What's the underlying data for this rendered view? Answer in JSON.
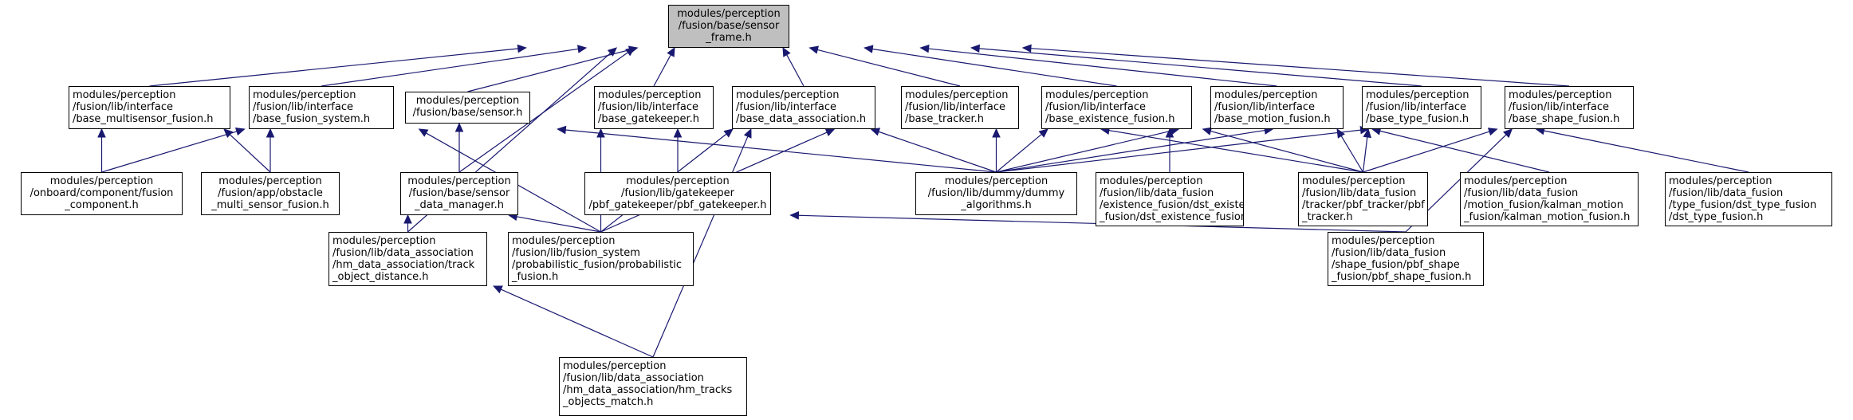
{
  "colors": {
    "edge": "#191970",
    "border": "#000000",
    "root_fill": "#bfbfbf",
    "fill": "#ffffff"
  },
  "nodes": {
    "root": {
      "lines": [
        "modules/perception",
        "/fusion/base/sensor",
        "_frame.h"
      ]
    },
    "multisensor": {
      "lines": [
        "modules/perception",
        "/fusion/lib/interface",
        "/base_multisensor_fusion.h"
      ]
    },
    "fusion_system": {
      "lines": [
        "modules/perception",
        "/fusion/lib/interface",
        "/base_fusion_system.h"
      ]
    },
    "sensor": {
      "lines": [
        "modules/perception",
        "/fusion/base/sensor.h"
      ]
    },
    "gatekeeper_base": {
      "lines": [
        "modules/perception",
        "/fusion/lib/interface",
        "/base_gatekeeper.h"
      ]
    },
    "data_assoc": {
      "lines": [
        "modules/perception",
        "/fusion/lib/interface",
        "/base_data_association.h"
      ]
    },
    "tracker_base": {
      "lines": [
        "modules/perception",
        "/fusion/lib/interface",
        "/base_tracker.h"
      ]
    },
    "existence_base": {
      "lines": [
        "modules/perception",
        "/fusion/lib/interface",
        "/base_existence_fusion.h"
      ]
    },
    "motion_base": {
      "lines": [
        "modules/perception",
        "/fusion/lib/interface",
        "/base_motion_fusion.h"
      ]
    },
    "type_base": {
      "lines": [
        "modules/perception",
        "/fusion/lib/interface",
        "/base_type_fusion.h"
      ]
    },
    "shape_base": {
      "lines": [
        "modules/perception",
        "/fusion/lib/interface",
        "/base_shape_fusion.h"
      ]
    },
    "fusion_component": {
      "lines": [
        "modules/perception",
        "/onboard/component/fusion",
        "_component.h"
      ]
    },
    "obstacle": {
      "lines": [
        "modules/perception",
        "/fusion/app/obstacle",
        "_multi_sensor_fusion.h"
      ]
    },
    "data_manager": {
      "lines": [
        "modules/perception",
        "/fusion/base/sensor",
        "_data_manager.h"
      ]
    },
    "pbf_gatekeeper": {
      "lines": [
        "modules/perception",
        "/fusion/lib/gatekeeper",
        "/pbf_gatekeeper/pbf_gatekeeper.h"
      ]
    },
    "dummy": {
      "lines": [
        "modules/perception",
        "/fusion/lib/dummy/dummy",
        "_algorithms.h"
      ]
    },
    "dst_existence": {
      "lines": [
        "modules/perception",
        "/fusion/lib/data_fusion",
        "/existence_fusion/dst_existence",
        "_fusion/dst_existence_fusion.h"
      ]
    },
    "pbf_tracker": {
      "lines": [
        "modules/perception",
        "/fusion/lib/data_fusion",
        "/tracker/pbf_tracker/pbf",
        "_tracker.h"
      ]
    },
    "kalman": {
      "lines": [
        "modules/perception",
        "/fusion/lib/data_fusion",
        "/motion_fusion/kalman_motion",
        "_fusion/kalman_motion_fusion.h"
      ]
    },
    "dst_type": {
      "lines": [
        "modules/perception",
        "/fusion/lib/data_fusion",
        "/type_fusion/dst_type_fusion",
        "/dst_type_fusion.h"
      ]
    },
    "track_distance": {
      "lines": [
        "modules/perception",
        "/fusion/lib/data_association",
        "/hm_data_association/track",
        "_object_distance.h"
      ]
    },
    "probabilistic": {
      "lines": [
        "modules/perception",
        "/fusion/lib/fusion_system",
        "/probabilistic_fusion/probabilistic",
        "_fusion.h"
      ]
    },
    "pbf_shape": {
      "lines": [
        "modules/perception",
        "/fusion/lib/data_fusion",
        "/shape_fusion/pbf_shape",
        "_fusion/pbf_shape_fusion.h"
      ]
    },
    "tracks_match": {
      "lines": [
        "modules/perception",
        "/fusion/lib/data_association",
        "/hm_data_association/hm_tracks",
        "_objects_match.h"
      ]
    }
  },
  "edges": [
    [
      "multisensor",
      "root"
    ],
    [
      "fusion_system",
      "root"
    ],
    [
      "sensor",
      "root"
    ],
    [
      "gatekeeper_base",
      "root"
    ],
    [
      "data_assoc",
      "root"
    ],
    [
      "tracker_base",
      "root"
    ],
    [
      "existence_base",
      "root"
    ],
    [
      "motion_base",
      "root"
    ],
    [
      "type_base",
      "root"
    ],
    [
      "shape_base",
      "root"
    ],
    [
      "data_manager",
      "root"
    ],
    [
      "track_distance",
      "root"
    ],
    [
      "fusion_component",
      "multisensor"
    ],
    [
      "obstacle",
      "multisensor"
    ],
    [
      "fusion_component",
      "fusion_system"
    ],
    [
      "obstacle",
      "fusion_system"
    ],
    [
      "probabilistic",
      "fusion_system"
    ],
    [
      "dummy",
      "fusion_system"
    ],
    [
      "data_manager",
      "sensor"
    ],
    [
      "pbf_gatekeeper",
      "gatekeeper_base"
    ],
    [
      "probabilistic",
      "gatekeeper_base"
    ],
    [
      "probabilistic",
      "data_assoc"
    ],
    [
      "tracks_match",
      "data_assoc"
    ],
    [
      "dummy",
      "data_assoc"
    ],
    [
      "dummy",
      "tracker_base"
    ],
    [
      "probabilistic",
      "tracker_base"
    ],
    [
      "pbf_tracker",
      "tracker_base"
    ],
    [
      "dummy",
      "existence_base"
    ],
    [
      "dst_existence",
      "existence_base"
    ],
    [
      "pbf_tracker",
      "existence_base"
    ],
    [
      "dummy",
      "motion_base"
    ],
    [
      "pbf_tracker",
      "motion_base"
    ],
    [
      "kalman",
      "motion_base"
    ],
    [
      "dummy",
      "type_base"
    ],
    [
      "pbf_tracker",
      "type_base"
    ],
    [
      "dst_type",
      "type_base"
    ],
    [
      "dummy",
      "shape_base"
    ],
    [
      "pbf_tracker",
      "shape_base"
    ],
    [
      "pbf_shape",
      "shape_base"
    ],
    [
      "track_distance",
      "data_manager"
    ],
    [
      "probabilistic",
      "data_manager"
    ],
    [
      "pbf_shape",
      "data_manager"
    ],
    [
      "tracks_match",
      "track_distance"
    ]
  ]
}
